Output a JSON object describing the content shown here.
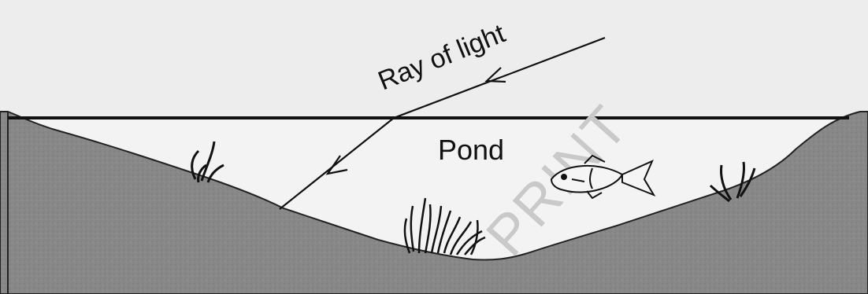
{
  "diagram": {
    "ray_label": "Ray of light",
    "pond_label": "Pond",
    "watermark": "PRINT"
  },
  "colors": {
    "background": "#ededed",
    "ground": "#8a8a8a",
    "water": "#f2f2f2",
    "outline": "#111111",
    "watermark": "#c9c9c9"
  }
}
